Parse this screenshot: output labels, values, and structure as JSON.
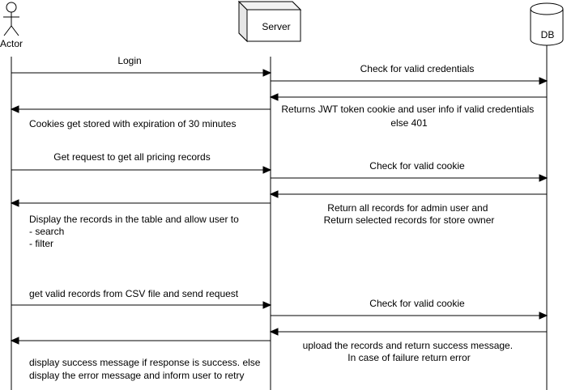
{
  "participants": {
    "actor": "Actor",
    "server": "Server",
    "db": "DB"
  },
  "messages": [
    {
      "lines": [
        "Login"
      ]
    },
    {
      "lines": [
        "Check for valid credentials"
      ]
    },
    {
      "lines": []
    },
    {
      "lines": [
        "Returns JWT token cookie and user info if valid credentials",
        "else 401"
      ]
    },
    {
      "lines": [
        "Cookies get stored with expiration of 30 minutes"
      ]
    },
    {
      "lines": [
        "Get request to get all pricing records"
      ]
    },
    {
      "lines": [
        "Check for valid cookie"
      ]
    },
    {
      "lines": []
    },
    {
      "lines": [
        "Return all records for admin user and",
        "Return selected records for store owner"
      ]
    },
    {
      "lines": [
        "Display the records in the table and allow user to",
        "- search",
        "- filter"
      ]
    },
    {
      "lines": [
        "get valid records from CSV file and send request"
      ]
    },
    {
      "lines": [
        "Check for valid cookie"
      ]
    },
    {
      "lines": []
    },
    {
      "lines": [
        "upload the records and return success message.",
        "In case of failure return error"
      ]
    },
    {
      "lines": [
        "display success message if response is success. else",
        "display the error message and inform user to retry"
      ]
    }
  ]
}
